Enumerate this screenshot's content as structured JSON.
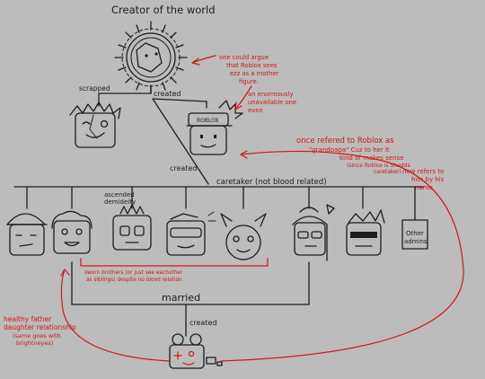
{
  "title": "Creator of the world",
  "edges": {
    "scrapped": "scrapped",
    "created1": "created",
    "created2": "created",
    "caretaker": "caretaker (not blood related)",
    "married": "married",
    "created3": "created"
  },
  "labels": {
    "roblox_hat": "ROBLOX",
    "ascended_1": "ascended",
    "ascended_2": "demideity",
    "other_1": "Other",
    "other_2": "admins"
  },
  "notes": {
    "mother_figure": [
      "one could argue",
      "that Roblox sees",
      "ezz as a mother",
      "figure."
    ],
    "demideity_even": [
      "an enormously",
      "unavailable one",
      "even"
    ],
    "grandpapa": [
      "once refered to Roblox as",
      "\"grandpapa\" Cuz to her it",
      "kind of makes sense",
      "(since Roblox is Shedds",
      "caretaker)"
    ],
    "refers_name": [
      "now refers to",
      "him by his",
      "name"
    ],
    "sworn": [
      "sworn brothers (or just see eachother",
      "as siblings) despite no blood relation"
    ],
    "healthy": [
      "healthy father",
      "daughter relationship",
      "(same goes with",
      "brightneyes)"
    ]
  }
}
